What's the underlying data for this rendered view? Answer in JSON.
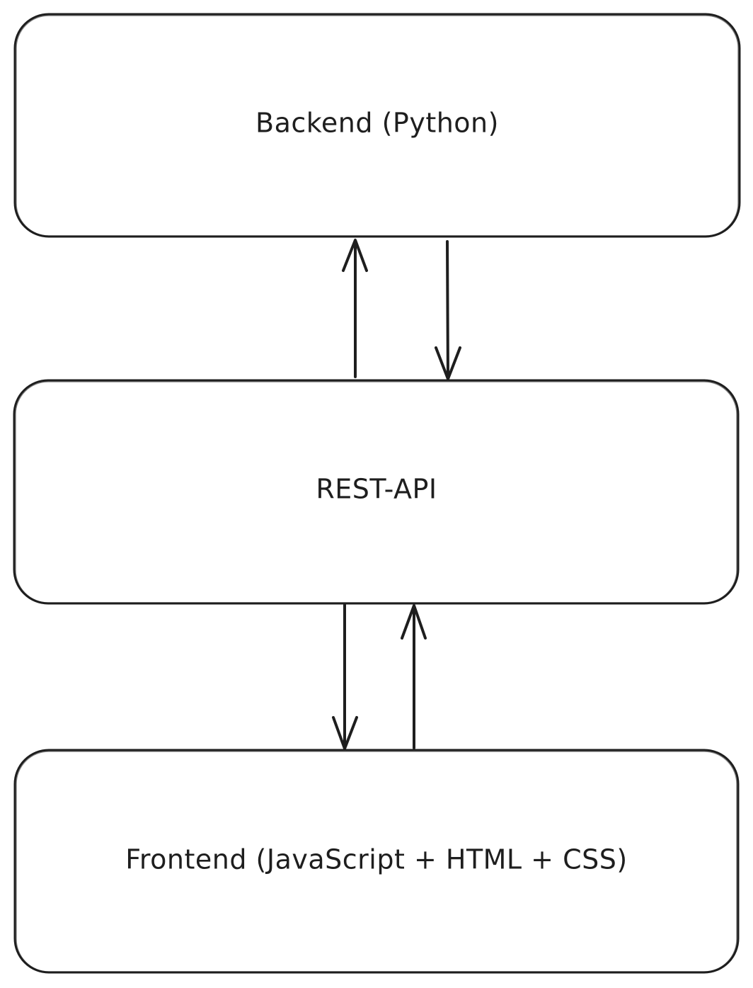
{
  "diagram": {
    "boxes": {
      "backend": {
        "label": "Backend (Python)"
      },
      "rest_api": {
        "label": "REST-API"
      },
      "frontend": {
        "label": "Frontend (JavaScript + HTML + CSS)"
      }
    },
    "arrows": [
      {
        "from": "rest_api",
        "to": "backend"
      },
      {
        "from": "backend",
        "to": "rest_api"
      },
      {
        "from": "rest_api",
        "to": "frontend"
      },
      {
        "from": "frontend",
        "to": "rest_api"
      }
    ],
    "colors": {
      "stroke": "#1e1e1e",
      "fill": "#ffffff",
      "background": "#ffffff"
    }
  }
}
